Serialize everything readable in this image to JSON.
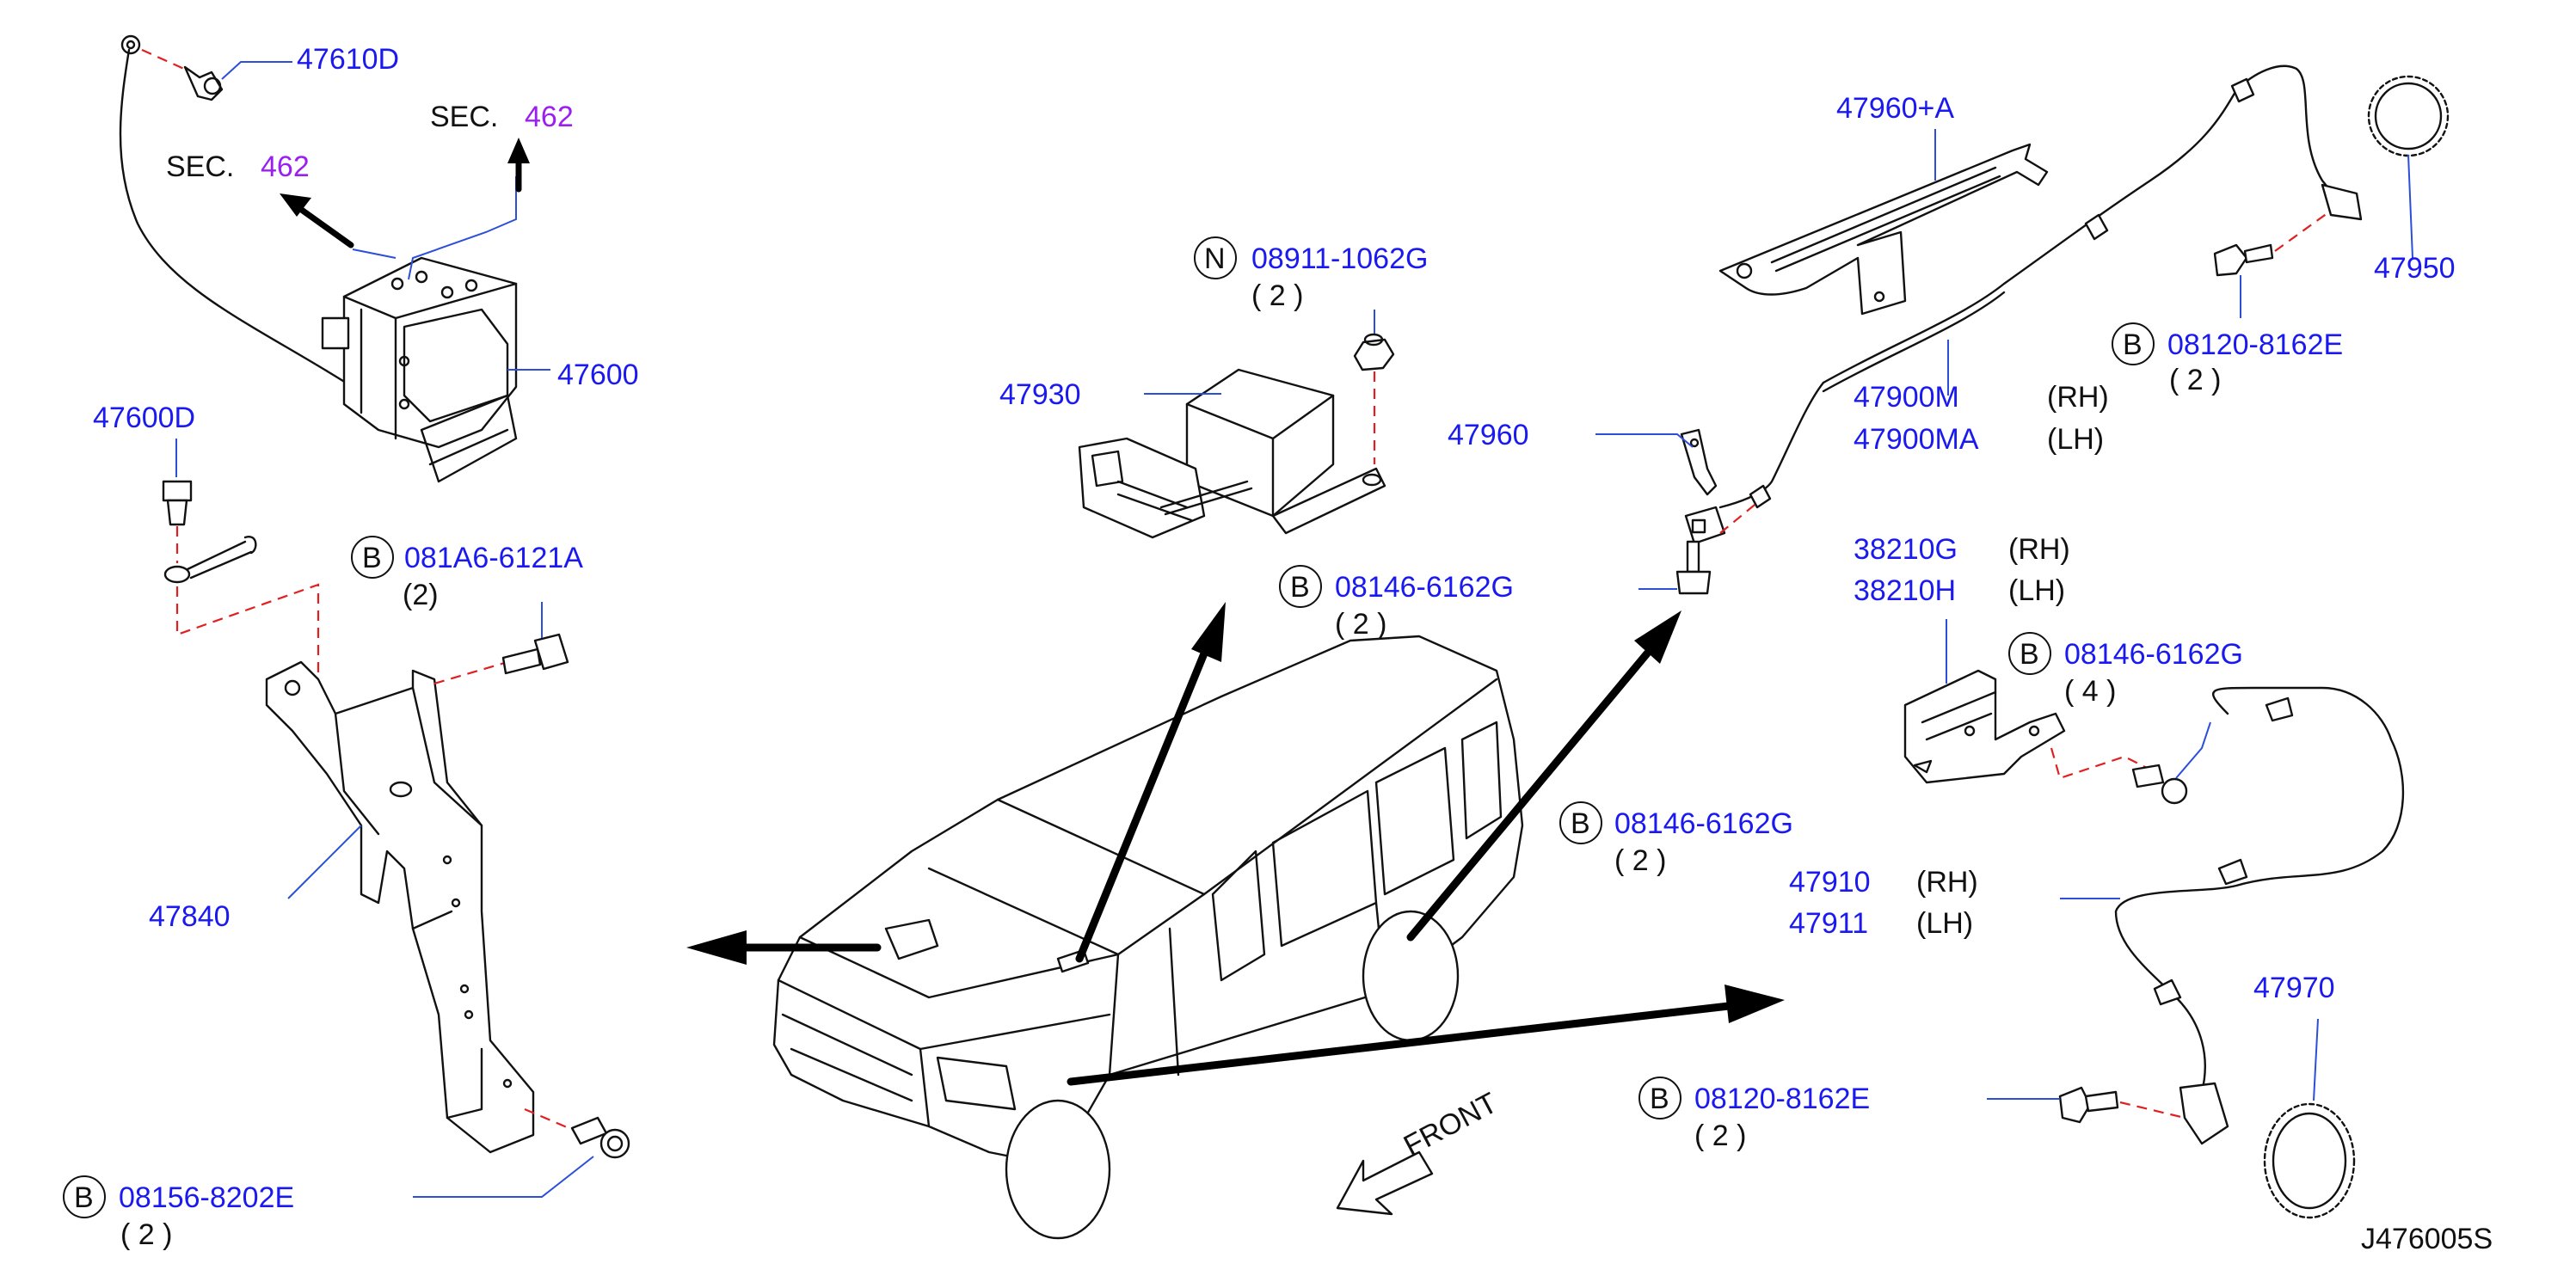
{
  "diagram_id": "J476005S",
  "section_refs": [
    {
      "prefix": "SEC.",
      "number": "462"
    },
    {
      "prefix": "SEC.",
      "number": "462"
    }
  ],
  "callouts": {
    "p47610D": "47610D",
    "p47600": "47600",
    "p47600D": "47600D",
    "b081A6": {
      "symbol": "B",
      "part": "081A6-6121A",
      "qty": "(2)"
    },
    "p47840": "47840",
    "b08156": {
      "symbol": "B",
      "part": "08156-8202E",
      "qty": "( 2 )"
    },
    "n08911": {
      "symbol": "N",
      "part": "08911-1062G",
      "qty": "( 2 )"
    },
    "p47930": "47930",
    "b08146_center": {
      "symbol": "B",
      "part": "08146-6162G",
      "qty": "( 2 )"
    },
    "p47960A": "47960+A",
    "p47960": "47960",
    "p47900M": {
      "part": "47900M",
      "side": "(RH)"
    },
    "p47900MA": {
      "part": "47900MA",
      "side": "(LH)"
    },
    "p47950": "47950",
    "b08120_top": {
      "symbol": "B",
      "part": "08120-8162E",
      "qty": "( 2 )"
    },
    "p38210G": {
      "part": "38210G",
      "side": "(RH)"
    },
    "p38210H": {
      "part": "38210H",
      "side": "(LH)"
    },
    "b08146_right": {
      "symbol": "B",
      "part": "08146-6162G",
      "qty": "( 4 )"
    },
    "b08146_mid": {
      "symbol": "B",
      "part": "08146-6162G",
      "qty": "( 2 )"
    },
    "p47910": {
      "part": "47910",
      "side": "(RH)"
    },
    "p47911": {
      "part": "47911",
      "side": "(LH)"
    },
    "p47970": "47970",
    "b08120_bottom": {
      "symbol": "B",
      "part": "08120-8162E",
      "qty": "( 2 )"
    }
  },
  "front_label": "FRONT",
  "colors": {
    "part_number": "#1a1af0",
    "section_number": "#9b1ff0",
    "leader_line": "#2b4fd8",
    "hidden_line": "#e02020",
    "linework": "#111111"
  }
}
